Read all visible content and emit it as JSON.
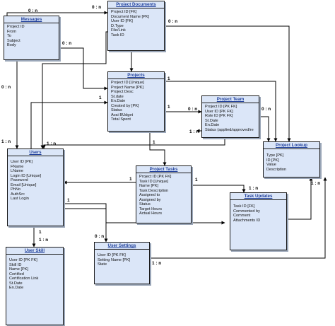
{
  "entities": {
    "project_documents": {
      "title": "Project Documents",
      "attributes": [
        "Project ID [FK]",
        "Document Name [PK]",
        "User ID [FK]",
        "D.Type",
        "File/Link",
        "Task ID"
      ]
    },
    "messages": {
      "title": "Messages",
      "attributes": [
        "Project ID",
        "From",
        "To",
        "Subject",
        "Body"
      ]
    },
    "projects": {
      "title": "Projects",
      "attributes": [
        "Project ID [Unique]",
        "Project Name [PK]",
        "Project Desc",
        "St.date",
        "En.Date",
        "Created by [PK]",
        "Status",
        "Avai BUdget",
        "Total Spent"
      ]
    },
    "project_team": {
      "title": "Project Team",
      "attributes": [
        "Project ID [PK FK]",
        "User ID [PK FK]",
        "Role ID [PK FK]",
        "St.Date",
        "En.Date",
        "Status (applied/approved/re"
      ]
    },
    "project_lookup": {
      "title": "Project Lookup",
      "attributes": [
        "Type [PK]",
        "ID [PK]",
        "Value",
        "Description"
      ]
    },
    "users": {
      "title": "Users",
      "attributes": [
        "User ID [PK]",
        "FName",
        "LName",
        "Login ID [Unique]",
        "Password",
        "Email [Unique]",
        "PhNo",
        "AuthSrc",
        "Last Login"
      ]
    },
    "project_tasks": {
      "title": "Project Tasks",
      "attributes": [
        "Project ID [PK FK]",
        "Task ID [Unique]",
        "Name [PK]",
        "Task Description",
        "Assigned to",
        "Assigned by",
        "Status",
        "Target Hours",
        "Actual Hours"
      ]
    },
    "task_updates": {
      "title": "Task Updates",
      "attributes": [
        "Task ID [FK]",
        "Commented by",
        "Comment",
        "Attachments ID"
      ]
    },
    "user_skill": {
      "title": "User Skill",
      "attributes": [
        "User ID [PK FK]",
        "Skill ID",
        "Name [PK]",
        "Certified",
        "Certification Link",
        "St.Date",
        "En.Date"
      ]
    },
    "user_settings": {
      "title": "User Settings",
      "attributes": [
        "User ID [PK FK]",
        "Setting Name [PK]",
        "State"
      ]
    }
  },
  "cardinality_labels": {
    "msg_top": "0 : n",
    "docs_top": "0 : n",
    "docs_right": "0 : n",
    "msg_right": "0 : n",
    "msg_bottom": "0 : n",
    "projects_right_1": "1",
    "team_left": "0 : n",
    "team_right": "0 : n",
    "projects_right_1b": "1",
    "projects_left_1": "1",
    "users_top": "1 : n",
    "users_left": "1 : n",
    "team_bottom": "1 : n",
    "projects_bottom_1": "1",
    "tasks_right": "1 : n",
    "tasks_left": "1",
    "tasks_updates_1": "1",
    "lookup_bottom": "1 : n",
    "users_bottom_1": "1",
    "users_bottom_1b": "1",
    "skill_top": "1 : n",
    "settings_left": "0 : n",
    "settings_right": "1 : n"
  }
}
